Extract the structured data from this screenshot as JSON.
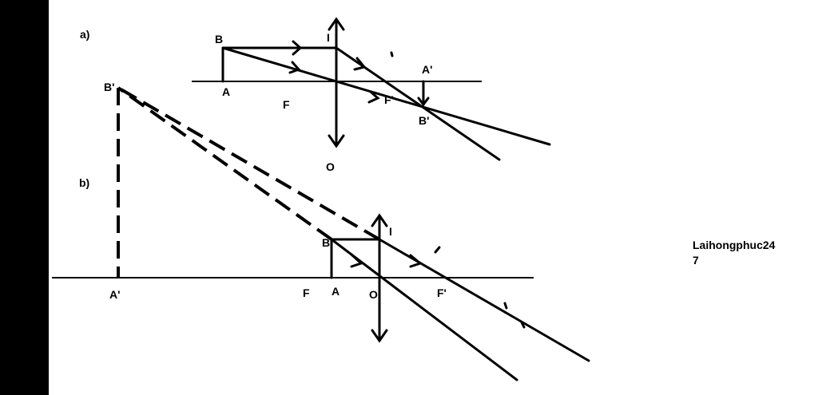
{
  "diagram_a": {
    "part_label": "a)",
    "labels": {
      "B": "B",
      "A": "A",
      "I": "I",
      "F": "F",
      "F_prime": "F'",
      "O": "O",
      "A_prime": "A'",
      "B_prime": "B'"
    }
  },
  "diagram_b": {
    "part_label": "b)",
    "labels": {
      "B_prime": "B'",
      "A_prime": "A'",
      "B": "B",
      "A": "A",
      "I": "I",
      "F": "F",
      "O": "O",
      "F_prime": "F'"
    }
  },
  "credit": {
    "line1": "Laihongphuc24",
    "line2": "7"
  },
  "colors": {
    "background": "#ffffff",
    "ink": "#000000",
    "left_bar": "#000000"
  }
}
